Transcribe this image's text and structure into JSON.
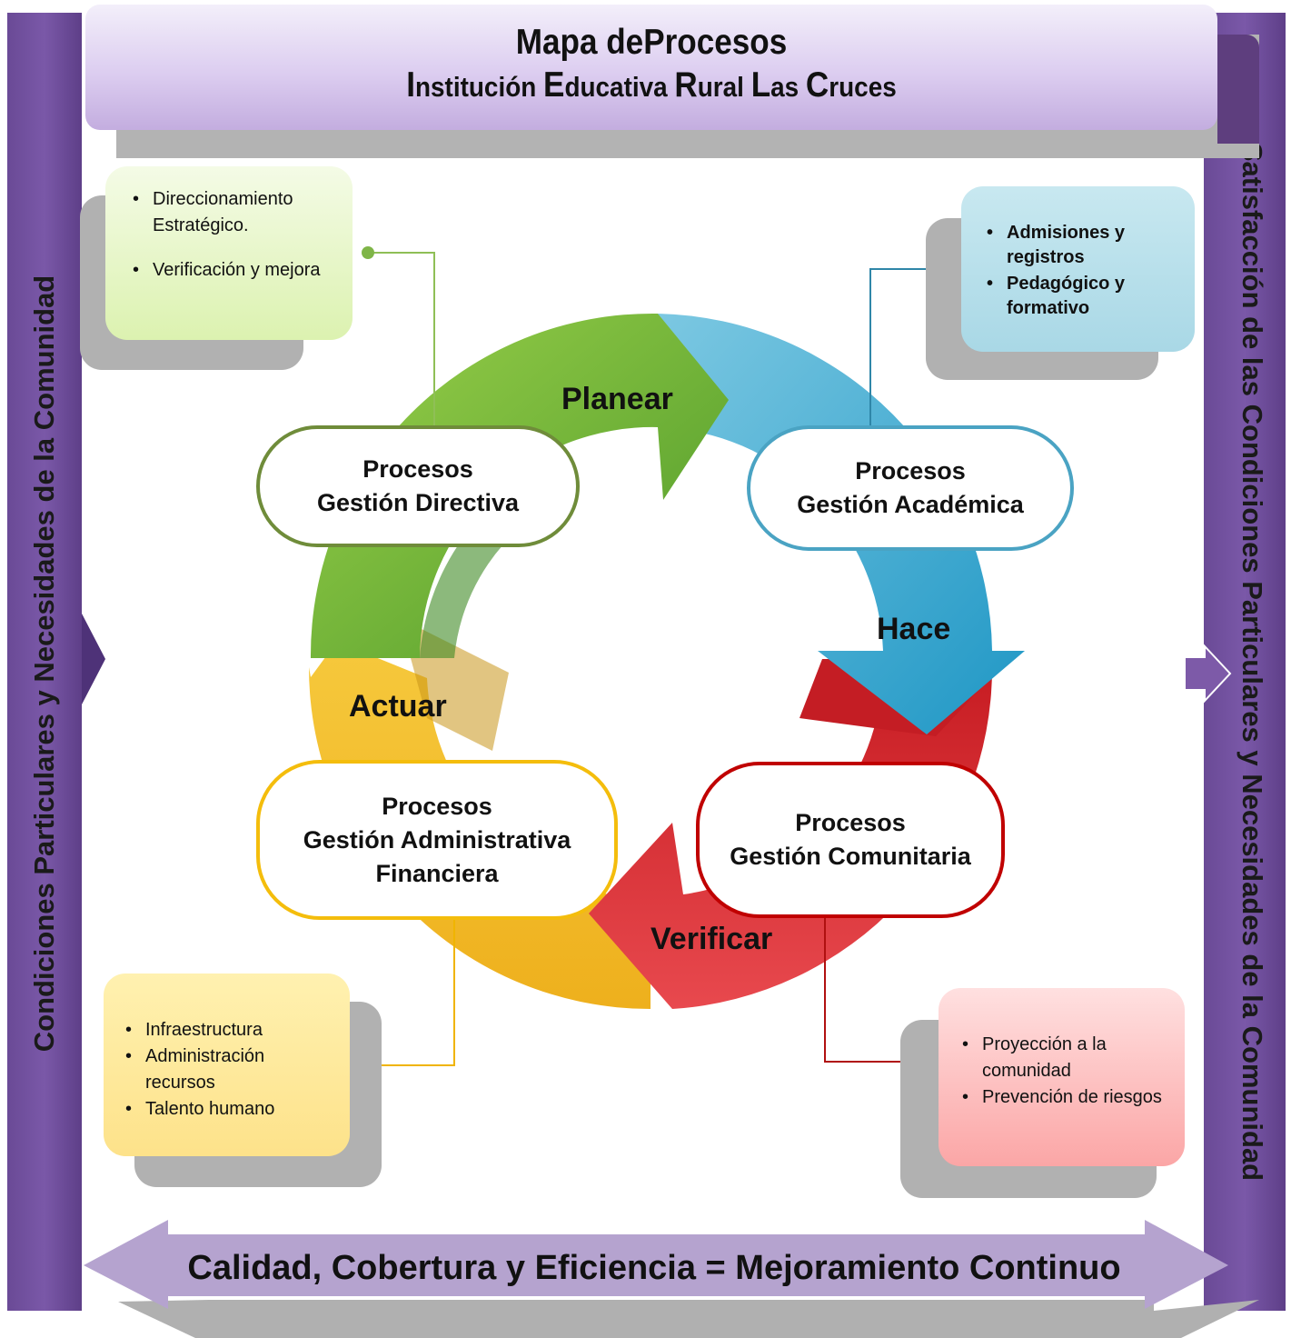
{
  "title": {
    "line1": "Mapa deProcesos",
    "line2": [
      {
        "cap": "I",
        "rest": "nstitución "
      },
      {
        "cap": "E",
        "rest": "ducativa "
      },
      {
        "cap": "R",
        "rest": "ural "
      },
      {
        "cap": "L",
        "rest": "as "
      },
      {
        "cap": "C",
        "rest": "ruces"
      }
    ]
  },
  "left_bar": "Condiciones Particulares y Necesidades de la Comunidad",
  "right_bar": "Satisfacción de las Condiciones Particulares y Necesidades de la Comunidad",
  "cycle": {
    "phases": {
      "planear": "Planear",
      "hace": "Hace",
      "verificar": "Verificar",
      "actuar": "Actuar"
    },
    "colors": {
      "green": "#74b83a",
      "blue": "#3aa9cf",
      "red": "#d7282e",
      "yellow": "#f2bb26"
    }
  },
  "processes": {
    "directiva": {
      "line1": "Procesos",
      "line2": "Gestión Directiva",
      "border": "#6f8c3a"
    },
    "academica": {
      "line1": "Procesos",
      "line2": "Gestión Académica",
      "border": "#4aa3c3"
    },
    "comunitaria": {
      "line1": "Procesos",
      "line2": "Gestión Comunitaria",
      "border": "#c00000"
    },
    "administrativa": {
      "line1": "Procesos",
      "line2": "Gestión Administrativa",
      "line3": "Financiera",
      "border": "#f4bd0c"
    }
  },
  "boxes": {
    "directiva": [
      "Direccionamiento Estratégico.",
      "Verificación y mejora"
    ],
    "academica": [
      "Admisiones y registros",
      "Pedagógico y formativo"
    ],
    "administrativa": [
      "Infraestructura",
      "Administración recursos",
      "Talento humano"
    ],
    "comunitaria": [
      "Proyección a la comunidad",
      "Prevención de riesgos"
    ]
  },
  "bottom": "Calidad, Cobertura y Eficiencia = Mejoramiento Continuo"
}
